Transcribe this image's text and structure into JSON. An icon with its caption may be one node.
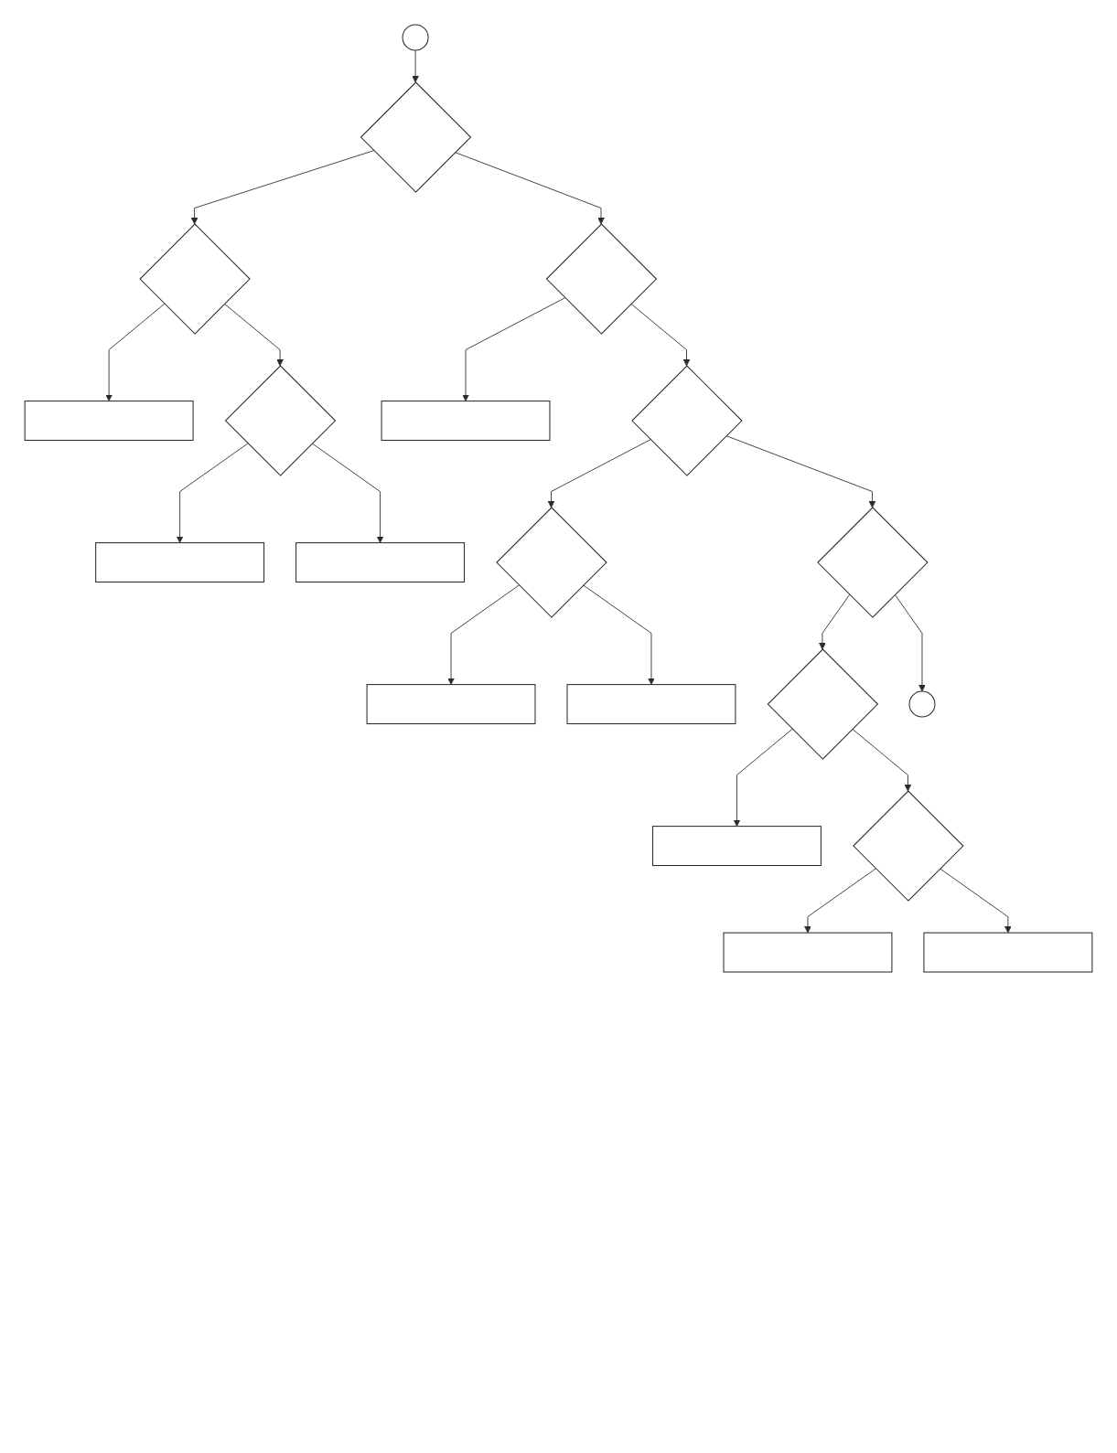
{
  "diagram": {
    "nodes": [
      {
        "text": [],
        "shape": "circle"
      },
      {
        "text": [],
        "shape": "diamond"
      },
      {
        "text": [],
        "shape": "diamond"
      },
      {
        "text": [],
        "shape": "box"
      },
      {
        "text": [],
        "shape": "diamond"
      },
      {
        "text": [],
        "shape": "box"
      },
      {
        "text": [],
        "shape": "box"
      },
      {
        "text": [],
        "shape": "diamond"
      },
      {
        "text": [],
        "shape": "box"
      },
      {
        "text": [],
        "shape": "diamond"
      },
      {
        "text": [],
        "shape": "diamond"
      },
      {
        "text": [],
        "shape": "box"
      },
      {
        "text": [],
        "shape": "box"
      },
      {
        "text": [],
        "shape": "diamond"
      },
      {
        "text": [],
        "shape": "diamond"
      },
      {
        "text": [],
        "shape": "box"
      },
      {
        "text": [],
        "shape": "diamond"
      },
      {
        "text": [],
        "shape": "box"
      },
      {
        "text": [],
        "shape": "box"
      },
      {
        "text": [],
        "shape": "circle"
      }
    ],
    "edges": [
      {
        "from": 0,
        "to": 1,
        "arrow": "to"
      },
      {
        "from": 1,
        "to": 2,
        "arrow": "to"
      },
      {
        "from": 2,
        "to": 3,
        "arrow": "to"
      },
      {
        "from": 2,
        "to": 4,
        "arrow": "to"
      },
      {
        "from": 4,
        "to": 5,
        "arrow": "to"
      },
      {
        "from": 4,
        "to": 6,
        "arrow": "to"
      },
      {
        "from": 1,
        "to": 7,
        "arrow": "to"
      },
      {
        "from": 7,
        "to": 8,
        "arrow": "to"
      },
      {
        "from": 7,
        "to": 9,
        "arrow": "to"
      },
      {
        "from": 9,
        "to": 10,
        "arrow": "to"
      },
      {
        "from": 10,
        "to": 11,
        "arrow": "to"
      },
      {
        "from": 10,
        "to": 12,
        "arrow": "to"
      },
      {
        "from": 9,
        "to": 13,
        "arrow": "to"
      },
      {
        "from": 13,
        "to": 14,
        "arrow": "to"
      },
      {
        "from": 14,
        "to": 15,
        "arrow": "to"
      },
      {
        "from": 14,
        "to": 16,
        "arrow": "to"
      },
      {
        "from": 16,
        "to": 17,
        "arrow": "to"
      },
      {
        "from": 16,
        "to": 18,
        "arrow": "to"
      },
      {
        "from": 13,
        "to": 19,
        "arrow": "to"
      }
    ]
  }
}
